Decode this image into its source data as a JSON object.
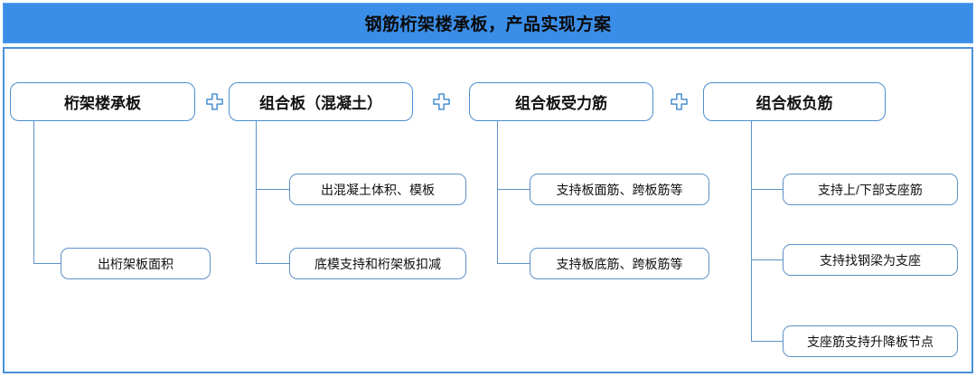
{
  "header": {
    "title": "钢筋桁架楼承板，产品实现方案",
    "bar_color": "#3b8ee8",
    "text_color": "#0a0a0a"
  },
  "theme": {
    "box_border": "#4a8fd0",
    "sub_box_border": "#5d91c6",
    "connector": "#5d91c6",
    "plus_color": "#4a8fd0",
    "frame_border": "#4a91d9"
  },
  "plus_connectors": [
    {
      "name": "plus-1",
      "label": "+"
    },
    {
      "name": "plus-2",
      "label": "+"
    },
    {
      "name": "plus-3",
      "label": "+"
    }
  ],
  "columns": [
    {
      "id": "col-1",
      "title": "桁架楼承板",
      "children": [
        {
          "label": "出桁架板面积"
        }
      ]
    },
    {
      "id": "col-2",
      "title": "组合板（混凝土）",
      "children": [
        {
          "label": "出混凝土体积、模板"
        },
        {
          "label": "底模支持和桁架板扣减"
        }
      ]
    },
    {
      "id": "col-3",
      "title": "组合板受力筋",
      "children": [
        {
          "label": "支持板面筋、跨板筋等"
        },
        {
          "label": "支持板底筋、跨板筋等"
        }
      ]
    },
    {
      "id": "col-4",
      "title": "组合板负筋",
      "children": [
        {
          "label": "支持上/下部支座筋"
        },
        {
          "label": "支持找钢梁为支座"
        },
        {
          "label": "支座筋支持升降板节点"
        }
      ]
    }
  ]
}
